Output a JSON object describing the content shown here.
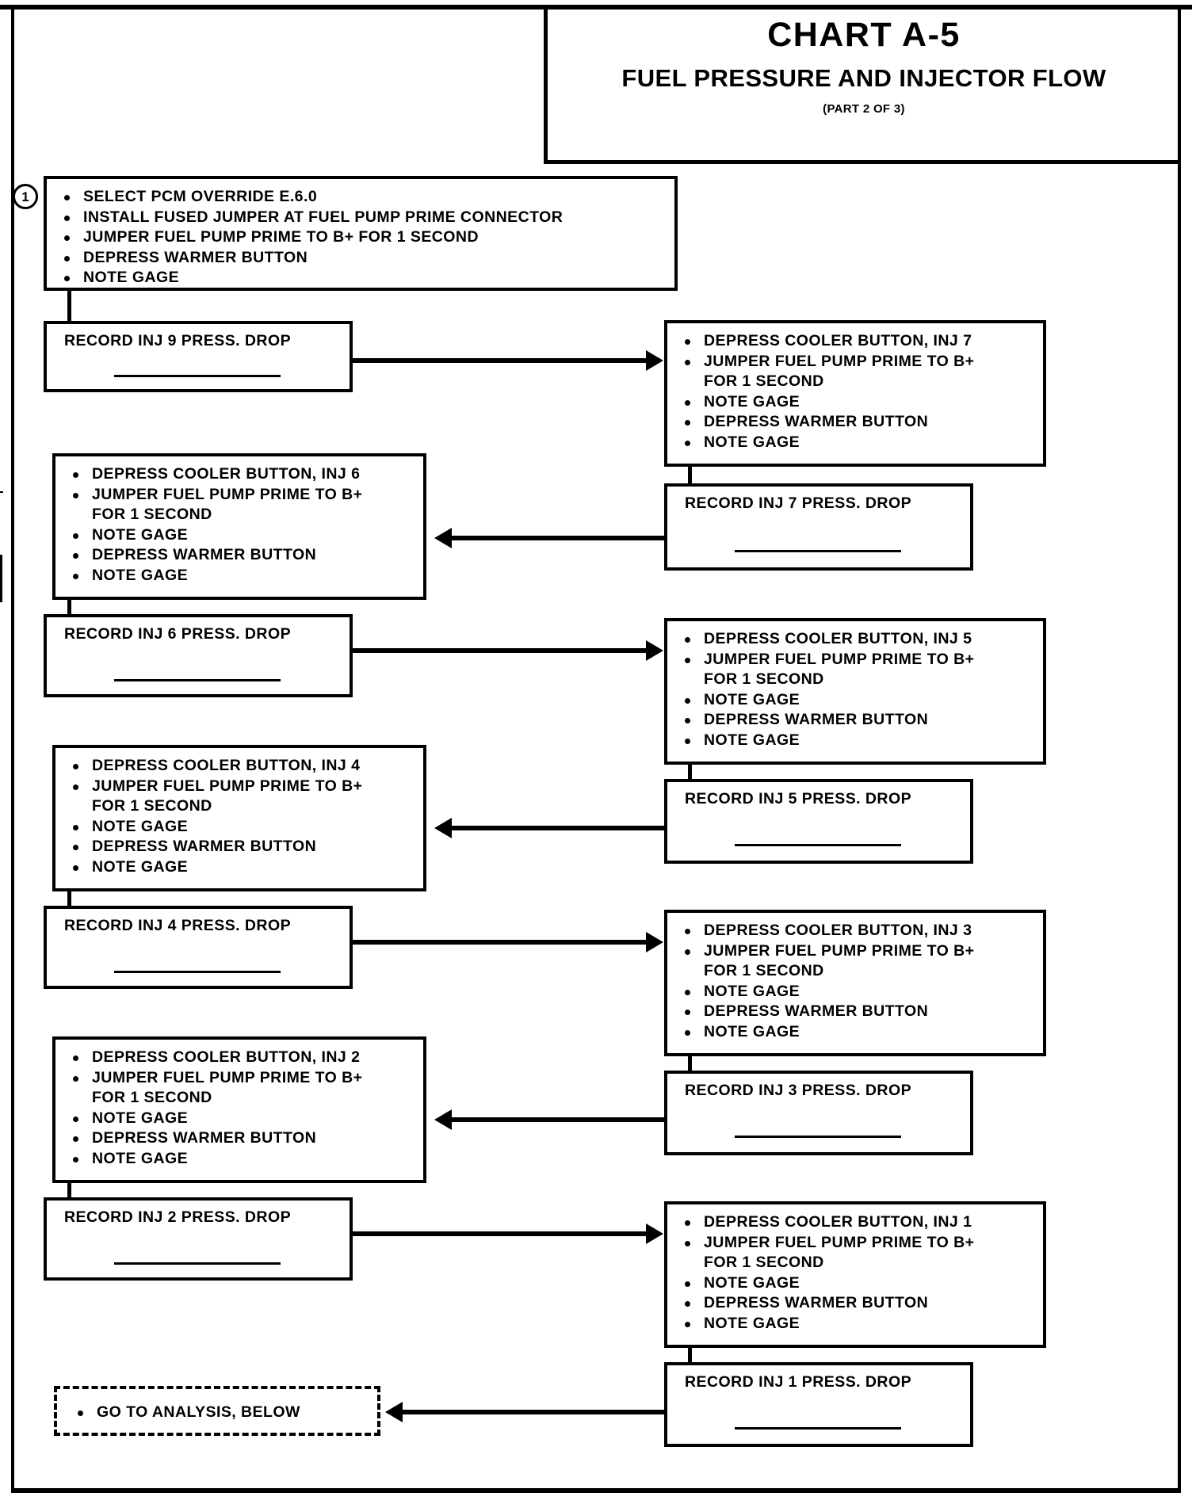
{
  "header": {
    "title": "CHART A-5",
    "subtitle": "FUEL PRESSURE AND INJECTOR FLOW",
    "part": "(PART 2 OF 3)"
  },
  "step_marker": "1",
  "chart_data": {
    "type": "diagram",
    "title": "CHART A-5 FUEL PRESSURE AND INJECTOR FLOW (PART 2 OF 3)",
    "flow": "zigzag: left instruction box -> left record box -> right instruction box -> right record box -> left ...",
    "nodes": [
      {
        "id": "step1",
        "side": "left",
        "kind": "instruction",
        "step": "1"
      },
      {
        "id": "rec9",
        "side": "left",
        "kind": "record"
      },
      {
        "id": "inj7",
        "side": "right",
        "kind": "instruction"
      },
      {
        "id": "rec7",
        "side": "right",
        "kind": "record"
      },
      {
        "id": "inj6",
        "side": "left",
        "kind": "instruction"
      },
      {
        "id": "rec6",
        "side": "left",
        "kind": "record"
      },
      {
        "id": "inj5",
        "side": "right",
        "kind": "instruction"
      },
      {
        "id": "rec5",
        "side": "right",
        "kind": "record"
      },
      {
        "id": "inj4",
        "side": "left",
        "kind": "instruction"
      },
      {
        "id": "rec4",
        "side": "left",
        "kind": "record"
      },
      {
        "id": "inj3",
        "side": "right",
        "kind": "instruction"
      },
      {
        "id": "rec3",
        "side": "right",
        "kind": "record"
      },
      {
        "id": "inj2",
        "side": "left",
        "kind": "instruction"
      },
      {
        "id": "rec2",
        "side": "left",
        "kind": "record"
      },
      {
        "id": "inj1",
        "side": "right",
        "kind": "instruction"
      },
      {
        "id": "rec1",
        "side": "right",
        "kind": "record"
      },
      {
        "id": "analysis",
        "side": "left",
        "kind": "terminal-dashed"
      }
    ]
  },
  "boxes": {
    "step1": {
      "items": [
        "SELECT PCM OVERRIDE E.6.0",
        "INSTALL FUSED JUMPER AT FUEL PUMP PRIME CONNECTOR",
        "JUMPER FUEL PUMP PRIME TO B+ FOR 1 SECOND",
        "DEPRESS WARMER BUTTON",
        "NOTE GAGE"
      ]
    },
    "inj7": {
      "items": [
        "DEPRESS COOLER BUTTON, INJ 7",
        "JUMPER FUEL PUMP PRIME TO B+",
        "FOR 1 SECOND",
        "NOTE GAGE",
        "DEPRESS WARMER BUTTON",
        "NOTE GAGE"
      ]
    },
    "inj6": {
      "items": [
        "DEPRESS COOLER BUTTON, INJ 6",
        "JUMPER FUEL PUMP PRIME TO B+",
        "FOR 1 SECOND",
        "NOTE GAGE",
        "DEPRESS WARMER BUTTON",
        "NOTE GAGE"
      ]
    },
    "inj5": {
      "items": [
        "DEPRESS COOLER BUTTON, INJ 5",
        "JUMPER FUEL PUMP PRIME TO B+",
        "FOR 1 SECOND",
        "NOTE GAGE",
        "DEPRESS WARMER BUTTON",
        "NOTE GAGE"
      ]
    },
    "inj4": {
      "items": [
        "DEPRESS COOLER BUTTON, INJ 4",
        "JUMPER FUEL PUMP PRIME TO B+",
        "FOR 1 SECOND",
        "NOTE GAGE",
        "DEPRESS WARMER BUTTON",
        "NOTE GAGE"
      ]
    },
    "inj3": {
      "items": [
        "DEPRESS COOLER BUTTON, INJ 3",
        "JUMPER FUEL PUMP PRIME TO B+",
        "FOR 1 SECOND",
        "NOTE GAGE",
        "DEPRESS WARMER BUTTON",
        "NOTE GAGE"
      ]
    },
    "inj2": {
      "items": [
        "DEPRESS COOLER BUTTON, INJ 2",
        "JUMPER FUEL PUMP PRIME TO B+",
        "FOR 1 SECOND",
        "NOTE GAGE",
        "DEPRESS WARMER BUTTON",
        "NOTE GAGE"
      ]
    },
    "inj1": {
      "items": [
        "DEPRESS COOLER BUTTON, INJ 1",
        "JUMPER FUEL PUMP PRIME TO B+",
        "FOR 1 SECOND",
        "NOTE GAGE",
        "DEPRESS WARMER BUTTON",
        "NOTE GAGE"
      ]
    },
    "rec9": {
      "label": "RECORD INJ 9 PRESS. DROP"
    },
    "rec7": {
      "label": "RECORD INJ 7 PRESS. DROP"
    },
    "rec6": {
      "label": "RECORD INJ 6 PRESS. DROP"
    },
    "rec5": {
      "label": "RECORD INJ 5 PRESS. DROP"
    },
    "rec4": {
      "label": "RECORD INJ 4 PRESS. DROP"
    },
    "rec3": {
      "label": "RECORD INJ 3 PRESS. DROP"
    },
    "rec2": {
      "label": "RECORD INJ 2 PRESS. DROP"
    },
    "rec1": {
      "label": "RECORD INJ 1 PRESS. DROP"
    },
    "analysis": {
      "label": "GO TO ANALYSIS, BELOW"
    }
  }
}
